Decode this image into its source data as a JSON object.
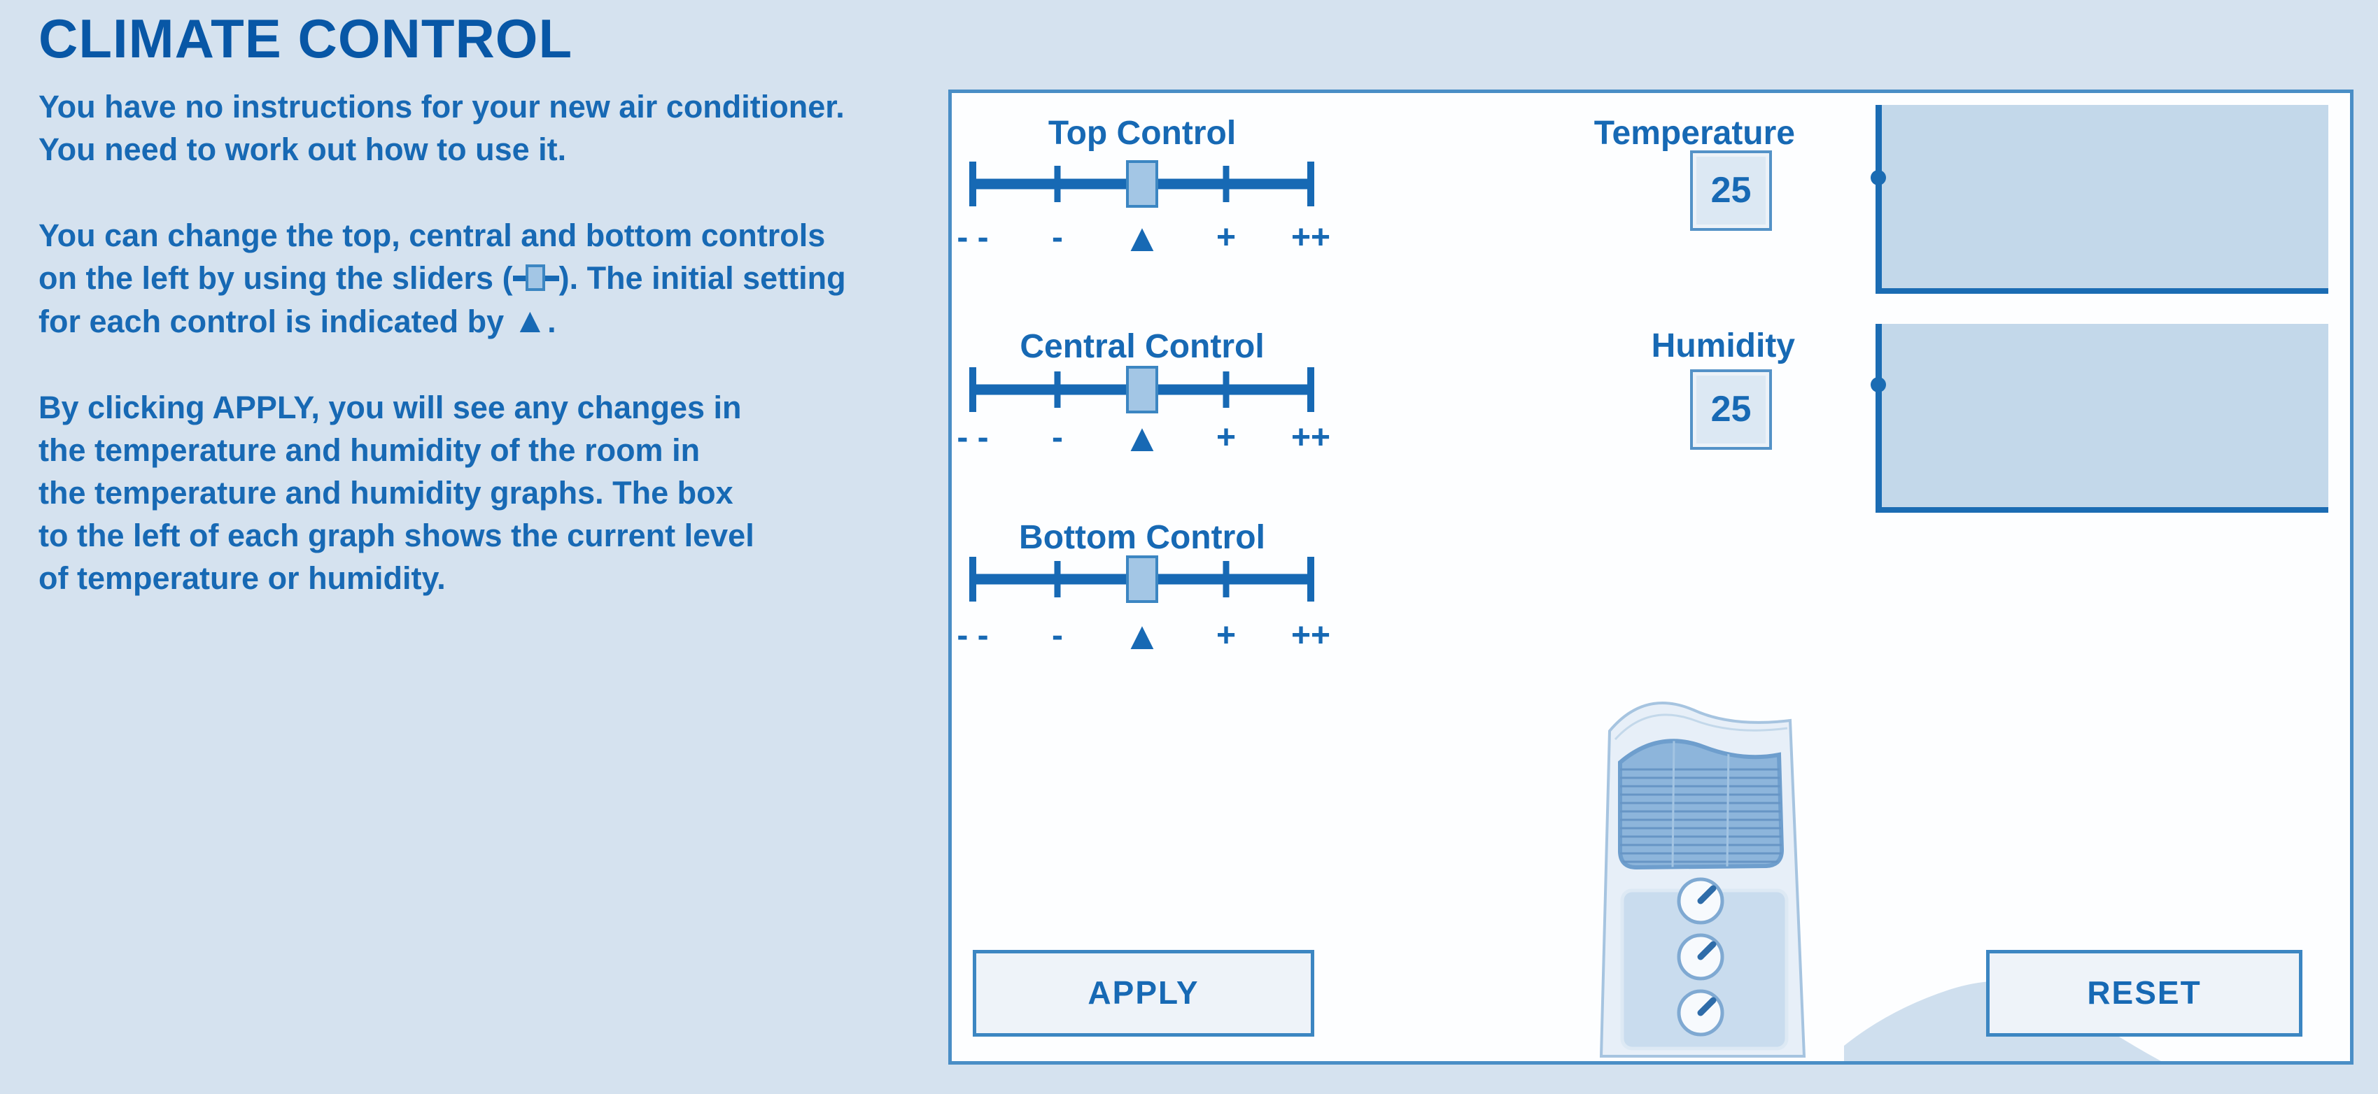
{
  "title": "CLIMATE CONTROL",
  "instructions": {
    "para1": {
      "lines": [
        "You have no instructions for your new air conditioner.",
        "You need to work out how to use it."
      ]
    },
    "para2": {
      "line1": "You can change the top, central and bottom controls",
      "line2_pre": "on the left by using the sliders (",
      "line2_post": "). The initial setting",
      "line3_pre": "for each control is indicated by ",
      "marker": "▲",
      "line3_post": "."
    },
    "para3": {
      "lines": [
        "By clicking APPLY, you will see any changes in",
        "the temperature and humidity of the room in",
        "the temperature and humidity graphs. The box",
        "to the left of each graph shows the current level",
        "of temperature or humidity."
      ]
    }
  },
  "sliders": [
    {
      "label": "Top Control",
      "position": "center",
      "scale": [
        "- -",
        "-",
        "▲",
        "+",
        "++"
      ]
    },
    {
      "label": "Central Control",
      "position": "center",
      "scale": [
        "- -",
        "-",
        "▲",
        "+",
        "++"
      ]
    },
    {
      "label": "Bottom Control",
      "position": "center",
      "scale": [
        "- -",
        "-",
        "▲",
        "+",
        "++"
      ]
    }
  ],
  "readouts": [
    {
      "label": "Temperature",
      "value": "25",
      "level_dot_fraction_from_top": 0.33
    },
    {
      "label": "Humidity",
      "value": "25",
      "level_dot_fraction_from_top": 0.32
    }
  ],
  "buttons": {
    "apply": "APPLY",
    "reset": "RESET"
  },
  "colors": {
    "background": "#d5e2ef",
    "title_blue": "#0857a6",
    "accent_blue": "#1769b4",
    "panel_border": "#4a8ec6",
    "graph_fill": "#c3d8ea",
    "axis_blue": "#1b6cb3",
    "handle_fill": "#a3c6e5",
    "button_fill": "#eef3f9"
  }
}
